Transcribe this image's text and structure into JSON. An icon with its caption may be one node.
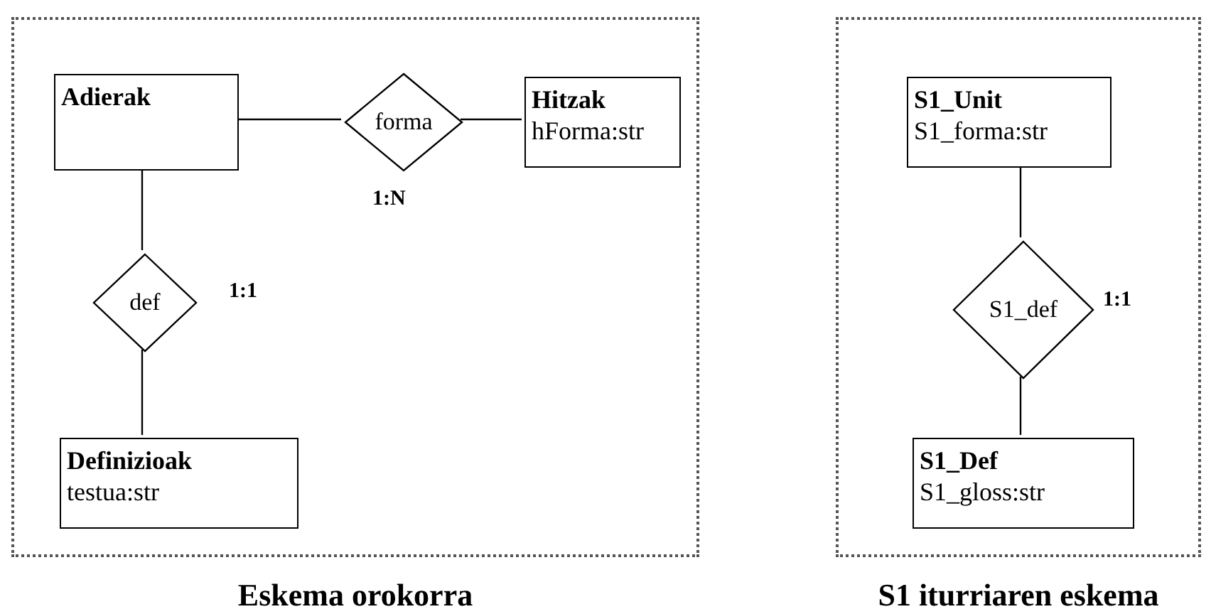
{
  "diagram": {
    "nodes": [
      {
        "text": [
          "Eskema orokorra"
        ]
      },
      {
        "text": [
          "Adierak"
        ],
        "in": 0
      },
      {
        "text": [
          "forma"
        ],
        "in": 0,
        "beside": [
          "1:N"
        ]
      },
      {
        "text": [
          "Hitzak",
          "hForma:str"
        ],
        "in": 0
      },
      {
        "text": [
          "def"
        ],
        "in": 0,
        "beside": [
          "1:1"
        ]
      },
      {
        "text": [
          "Definizioak",
          "testua:str"
        ],
        "in": 0
      },
      {
        "text": [
          "S1 iturriaren eskema"
        ]
      },
      {
        "text": [
          "S1_Unit",
          "S1_forma:str"
        ],
        "in": 6
      },
      {
        "text": [
          "S1_def"
        ],
        "in": 6,
        "beside": [
          "1:1"
        ]
      },
      {
        "text": [
          "S1_Def",
          "S1_gloss:str"
        ],
        "in": 6
      }
    ],
    "edges": [
      {
        "from": 1,
        "to": 2,
        "arrow": "none"
      },
      {
        "from": 2,
        "to": 3,
        "arrow": "none"
      },
      {
        "from": 1,
        "to": 4,
        "arrow": "none"
      },
      {
        "from": 4,
        "to": 5,
        "arrow": "none"
      },
      {
        "from": 7,
        "to": 8,
        "arrow": "none"
      },
      {
        "from": 8,
        "to": 9,
        "arrow": "none"
      }
    ]
  }
}
